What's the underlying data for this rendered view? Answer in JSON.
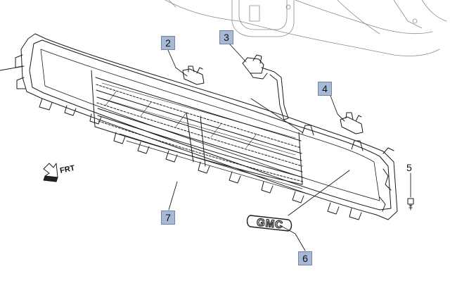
{
  "callouts": [
    {
      "id": "2",
      "boxed": true
    },
    {
      "id": "3",
      "boxed": true
    },
    {
      "id": "4",
      "boxed": true
    },
    {
      "id": "5",
      "boxed": false
    },
    {
      "id": "6",
      "boxed": true
    },
    {
      "id": "7",
      "boxed": true
    }
  ],
  "direction_marker": {
    "label": "FRT"
  },
  "emblem": {
    "text": "GMC"
  },
  "colors": {
    "callout_fill": "#a8b9d6",
    "callout_border": "#6f84a8",
    "line": "#1a1a1a"
  }
}
